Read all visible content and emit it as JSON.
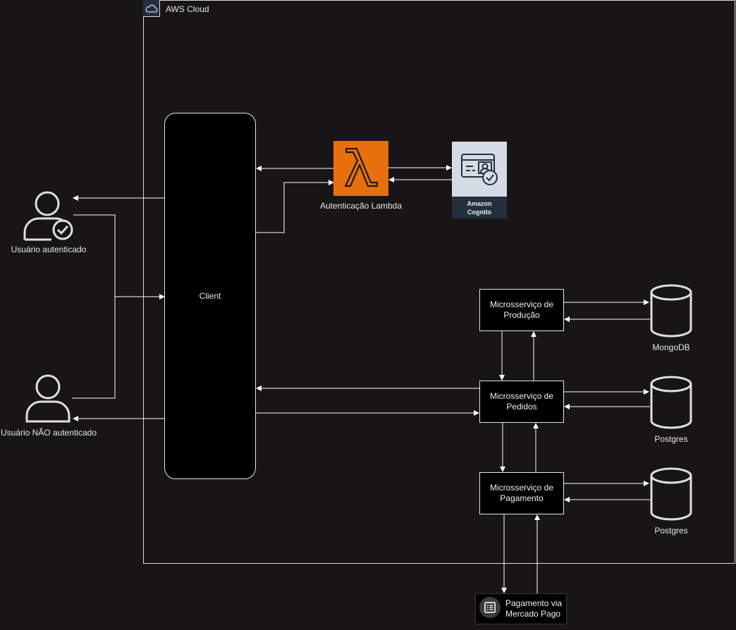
{
  "cloud": {
    "title": "AWS Cloud"
  },
  "client": {
    "label": "Client"
  },
  "users": {
    "authenticated": "Usuário autenticado",
    "unauthenticated": "Usuário NÃO autenticado"
  },
  "lambda": {
    "label": "Autenticação Lambda"
  },
  "cognito": {
    "line1": "Amazon",
    "line2": "Cognito"
  },
  "services": {
    "producao": {
      "line1": "Microsserviço de",
      "line2": "Produção"
    },
    "pedidos": {
      "line1": "Microsserviço de",
      "line2": "Pedidos"
    },
    "pagamento": {
      "line1": "Microsserviço de",
      "line2": "Pagamento"
    }
  },
  "databases": {
    "producao": "MongoDB",
    "pedidos": "Postgres",
    "pagamento": "Postgres"
  },
  "mercado_pago": {
    "line1": "Pagamento via",
    "line2": "Mercado Pago"
  },
  "colors": {
    "background": "#171515",
    "lambda": "#e7700d",
    "cognito": "#d5dbe4",
    "stroke": "#ffffff"
  }
}
